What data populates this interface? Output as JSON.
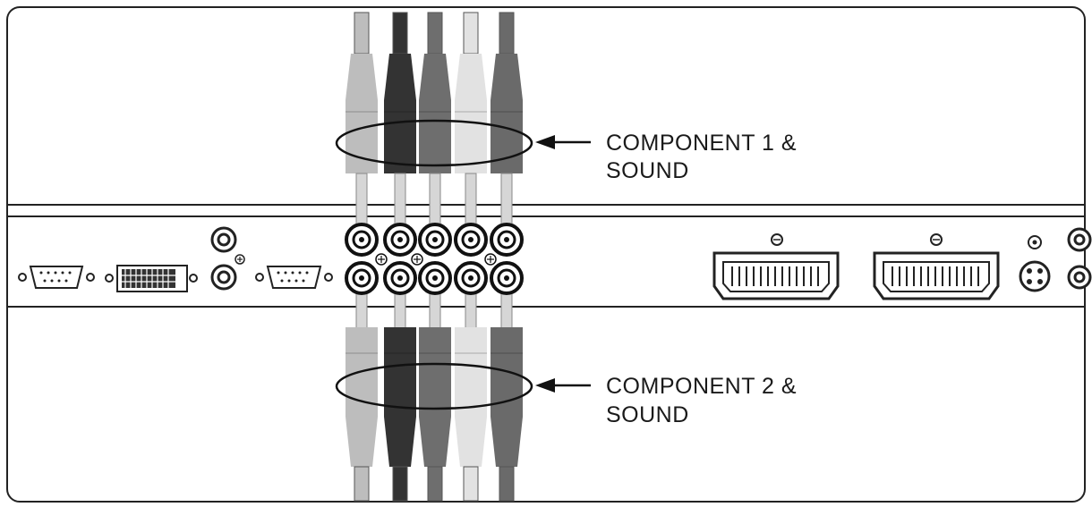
{
  "callouts": {
    "top": {
      "line1": "COMPONENT 1 &",
      "line2": "SOUND"
    },
    "bottom": {
      "line1": "COMPONENT 2 &",
      "line2": "SOUND"
    }
  },
  "cable_colors": [
    "#bdbdbd",
    "#333333",
    "#6e6e6e",
    "#e2e2e2",
    "#6a6a6a"
  ],
  "panel": {
    "background": "#ffffff",
    "stroke": "#222222"
  }
}
